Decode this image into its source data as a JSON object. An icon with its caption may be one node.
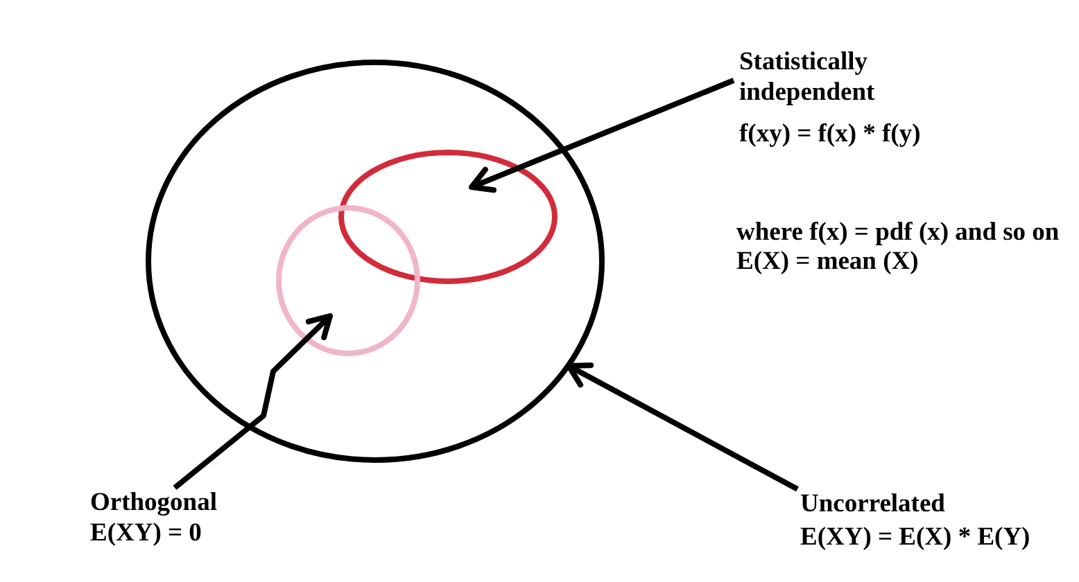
{
  "diagram": {
    "nodes": [
      {
        "text": [],
        "shape": "circle"
      },
      {
        "text": [],
        "shape": "circle",
        "in": 0
      },
      {
        "text": [],
        "shape": "circle",
        "in": 0
      },
      {
        "text": [
          "Statistically independent",
          "f(xy) = f(x) * f(y)"
        ]
      },
      {
        "text": [
          "Orthogonal",
          "E(XY) = 0"
        ]
      },
      {
        "text": [
          "Uncorrelated",
          "E(XY) = E(X) * E(Y)"
        ]
      }
    ],
    "edges": [
      {
        "from": 3,
        "to": 1,
        "arrow": "to"
      },
      {
        "from": 4,
        "to": 2,
        "arrow": "to"
      },
      {
        "from": 5,
        "to": 0,
        "arrow": "to"
      }
    ],
    "labels": [
      "where f(x) = pdf (x) and so on",
      "E(X) = mean (X)"
    ]
  }
}
